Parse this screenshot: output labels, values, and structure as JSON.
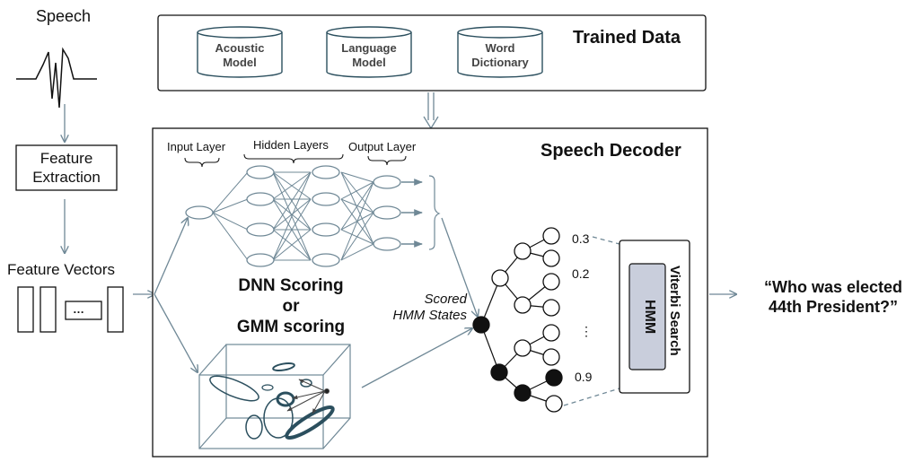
{
  "left": {
    "speech": "Speech",
    "feature_extraction_line1": "Feature",
    "feature_extraction_line2": "Extraction",
    "feature_vectors": "Feature Vectors",
    "vector_dots": "…"
  },
  "trained_data": {
    "title": "Trained Data",
    "acoustic_line1": "Acoustic",
    "acoustic_line2": "Model",
    "language_line1": "Language",
    "language_line2": "Model",
    "word_line1": "Word",
    "word_line2": "Dictionary"
  },
  "decoder": {
    "title": "Speech Decoder",
    "input_layer": "Input Layer",
    "hidden_layers": "Hidden Layers",
    "output_layer": "Output Layer",
    "scoring_line1": "DNN Scoring",
    "scoring_line2": "or",
    "scoring_line3": "GMM scoring",
    "scored_line1": "Scored",
    "scored_line2": "HMM States",
    "score_top": "0.3",
    "score_second": "0.2",
    "score_dots": "⋮",
    "score_bottom": "0.9"
  },
  "viterbi": {
    "title": "Viterbi Search",
    "hmm": "HMM"
  },
  "output": {
    "line1": "“Who was elected",
    "line2": "44th President?”"
  },
  "colors": {
    "arrow": "#6f8896",
    "hmm_fill": "#c9cedc",
    "ellipse_dark": "#2b4f5e"
  }
}
